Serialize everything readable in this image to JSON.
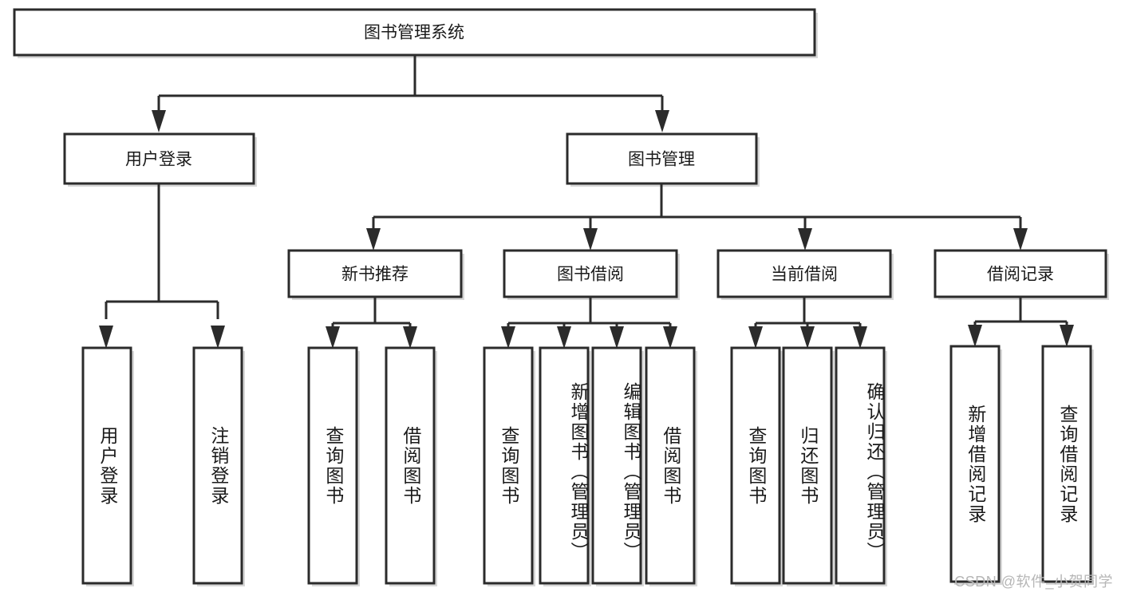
{
  "diagram": {
    "title_node": {
      "label": "图书管理系统"
    },
    "level2": [
      {
        "id": "user-login",
        "label": "用户登录"
      },
      {
        "id": "book-management",
        "label": "图书管理"
      }
    ],
    "level3": [
      {
        "id": "new-book-recommend",
        "label": "新书推荐"
      },
      {
        "id": "book-borrow",
        "label": "图书借阅"
      },
      {
        "id": "current-borrow",
        "label": "当前借阅"
      },
      {
        "id": "borrow-record",
        "label": "借阅记录"
      }
    ],
    "leaves": [
      {
        "id": "leaf-user-login",
        "label": "用户登录",
        "parent": "user-login"
      },
      {
        "id": "leaf-user-logout",
        "label": "注销登录",
        "parent": "user-login"
      },
      {
        "id": "leaf-query-book-1",
        "label": "查询图书",
        "parent": "new-book-recommend"
      },
      {
        "id": "leaf-borrow-book-1",
        "label": "借阅图书",
        "parent": "new-book-recommend"
      },
      {
        "id": "leaf-query-book-2",
        "label": "查询图书",
        "parent": "book-borrow"
      },
      {
        "id": "leaf-add-book",
        "label": "新增图书（管理员）",
        "parent": "book-borrow"
      },
      {
        "id": "leaf-edit-book",
        "label": "编辑图书（管理员）",
        "parent": "book-borrow"
      },
      {
        "id": "leaf-borrow-book-2",
        "label": "借阅图书",
        "parent": "book-borrow"
      },
      {
        "id": "leaf-query-book-3",
        "label": "查询图书",
        "parent": "current-borrow"
      },
      {
        "id": "leaf-return-book",
        "label": "归还图书",
        "parent": "current-borrow"
      },
      {
        "id": "leaf-confirm-return",
        "label": "确认归还（管理员）",
        "parent": "current-borrow"
      },
      {
        "id": "leaf-add-record",
        "label": "新增借阅记录",
        "parent": "borrow-record"
      },
      {
        "id": "leaf-query-record",
        "label": "查询借阅记录",
        "parent": "borrow-record"
      }
    ]
  },
  "watermark": {
    "text": "CSDN @软件_小贺同学"
  },
  "colors": {
    "box_stroke": "#2b2b2b",
    "box_fill": "#ffffff",
    "text": "#1a1a1a",
    "watermark": "#b6b6b6",
    "background": "#ffffff"
  }
}
